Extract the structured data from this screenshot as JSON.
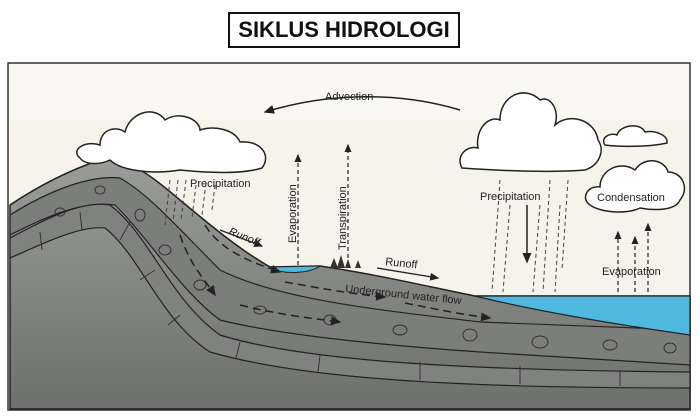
{
  "title": "SIKLUS HIDROLOGI",
  "labels": {
    "advection": "Advection",
    "precipitation_left": "Precipitation",
    "runoff_left": "Runoff",
    "evaporation_left": "Evaporation",
    "transpiration": "Transpiration",
    "runoff_right": "Runoff",
    "underground_flow": "Underground water flow",
    "precipitation_right": "Precipitation",
    "condensation": "Condensation",
    "evaporation_right": "Evaporation"
  },
  "colors": {
    "water": "#4fb8df",
    "ground": "#8a8d8a",
    "sky": "#f5f3ea",
    "rock": "#6f716f"
  }
}
